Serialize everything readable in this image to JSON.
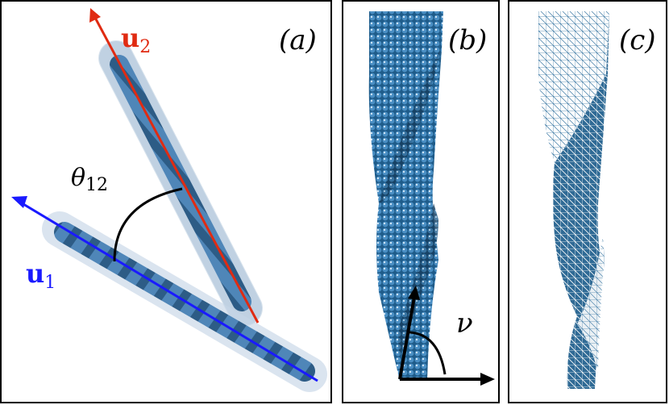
{
  "panels": {
    "a": {
      "label": "(a)"
    },
    "b": {
      "label": "(b)"
    },
    "c": {
      "label": "(c)"
    }
  },
  "vectors": {
    "u1": {
      "bold": "u",
      "sub": "1",
      "color": "#1a1aff"
    },
    "u2": {
      "bold": "u",
      "sub": "2",
      "color": "#e02b12"
    }
  },
  "angle": {
    "symbol": "θ",
    "sub": "12"
  },
  "twist": {
    "symbol": "ν"
  },
  "colors": {
    "rod_fill": "#3f7cb0",
    "rod_dark": "#2a5578",
    "capsule": "#c6d6e6",
    "arrow": "#000000"
  }
}
